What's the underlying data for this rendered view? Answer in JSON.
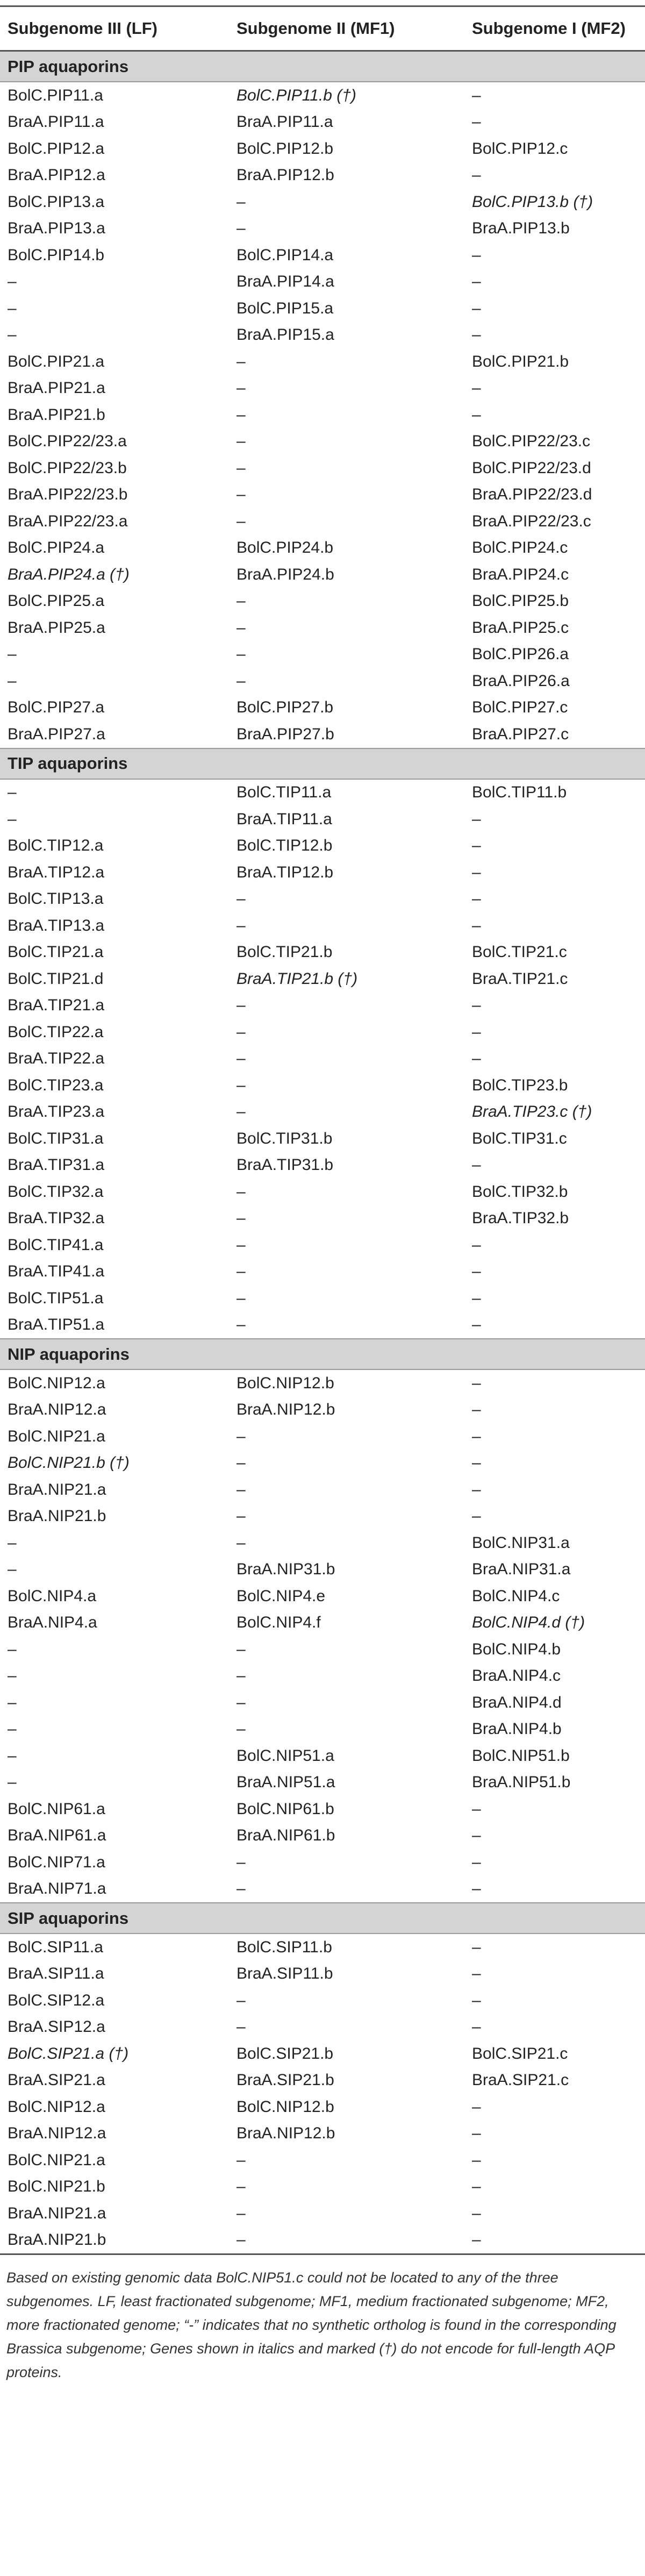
{
  "table": {
    "headers": [
      "Subgenome III (LF)",
      "Subgenome II (MF1)",
      "Subgenome I (MF2)"
    ],
    "sections": [
      {
        "title": "PIP aquaporins",
        "rows": [
          [
            {
              "t": "BolC.PIP11.a"
            },
            {
              "t": "BolC.PIP11.b (†)",
              "i": true
            },
            {
              "t": "–"
            }
          ],
          [
            {
              "t": "BraA.PIP11.a"
            },
            {
              "t": "BraA.PIP11.a"
            },
            {
              "t": "–"
            }
          ],
          [
            {
              "t": "BolC.PIP12.a"
            },
            {
              "t": "BolC.PIP12.b"
            },
            {
              "t": "BolC.PIP12.c"
            }
          ],
          [
            {
              "t": "BraA.PIP12.a"
            },
            {
              "t": "BraA.PIP12.b"
            },
            {
              "t": "–"
            }
          ],
          [
            {
              "t": "BolC.PIP13.a"
            },
            {
              "t": "–"
            },
            {
              "t": "BolC.PIP13.b (†)",
              "i": true
            }
          ],
          [
            {
              "t": "BraA.PIP13.a"
            },
            {
              "t": "–"
            },
            {
              "t": "BraA.PIP13.b"
            }
          ],
          [
            {
              "t": "BolC.PIP14.b"
            },
            {
              "t": "BolC.PIP14.a"
            },
            {
              "t": "–"
            }
          ],
          [
            {
              "t": "–"
            },
            {
              "t": "BraA.PIP14.a"
            },
            {
              "t": "–"
            }
          ],
          [
            {
              "t": "–"
            },
            {
              "t": "BolC.PIP15.a"
            },
            {
              "t": "–"
            }
          ],
          [
            {
              "t": "–"
            },
            {
              "t": "BraA.PIP15.a"
            },
            {
              "t": "–"
            }
          ],
          [
            {
              "t": "BolC.PIP21.a"
            },
            {
              "t": "–"
            },
            {
              "t": "BolC.PIP21.b"
            }
          ],
          [
            {
              "t": "BraA.PIP21.a"
            },
            {
              "t": "–"
            },
            {
              "t": "–"
            }
          ],
          [
            {
              "t": "BraA.PIP21.b"
            },
            {
              "t": "–"
            },
            {
              "t": "–"
            }
          ],
          [
            {
              "t": "BolC.PIP22/23.a"
            },
            {
              "t": "–"
            },
            {
              "t": "BolC.PIP22/23.c"
            }
          ],
          [
            {
              "t": "BolC.PIP22/23.b"
            },
            {
              "t": "–"
            },
            {
              "t": "BolC.PIP22/23.d"
            }
          ],
          [
            {
              "t": "BraA.PIP22/23.b"
            },
            {
              "t": "–"
            },
            {
              "t": "BraA.PIP22/23.d"
            }
          ],
          [
            {
              "t": "BraA.PIP22/23.a"
            },
            {
              "t": "–"
            },
            {
              "t": "BraA.PIP22/23.c"
            }
          ],
          [
            {
              "t": "BolC.PIP24.a"
            },
            {
              "t": "BolC.PIP24.b"
            },
            {
              "t": "BolC.PIP24.c"
            }
          ],
          [
            {
              "t": "BraA.PIP24.a (†)",
              "i": true
            },
            {
              "t": "BraA.PIP24.b"
            },
            {
              "t": "BraA.PIP24.c"
            }
          ],
          [
            {
              "t": "BolC.PIP25.a"
            },
            {
              "t": "–"
            },
            {
              "t": "BolC.PIP25.b"
            }
          ],
          [
            {
              "t": "BraA.PIP25.a"
            },
            {
              "t": "–"
            },
            {
              "t": "BraA.PIP25.c"
            }
          ],
          [
            {
              "t": "–"
            },
            {
              "t": "–"
            },
            {
              "t": "BolC.PIP26.a"
            }
          ],
          [
            {
              "t": "–"
            },
            {
              "t": "–"
            },
            {
              "t": "BraA.PIP26.a"
            }
          ],
          [
            {
              "t": "BolC.PIP27.a"
            },
            {
              "t": "BolC.PIP27.b"
            },
            {
              "t": "BolC.PIP27.c"
            }
          ],
          [
            {
              "t": "BraA.PIP27.a"
            },
            {
              "t": "BraA.PIP27.b"
            },
            {
              "t": "BraA.PIP27.c"
            }
          ]
        ]
      },
      {
        "title": "TIP aquaporins",
        "rows": [
          [
            {
              "t": "–"
            },
            {
              "t": "BolC.TIP11.a"
            },
            {
              "t": "BolC.TIP11.b"
            }
          ],
          [
            {
              "t": "–"
            },
            {
              "t": "BraA.TIP11.a"
            },
            {
              "t": "–"
            }
          ],
          [
            {
              "t": "BolC.TIP12.a"
            },
            {
              "t": "BolC.TIP12.b"
            },
            {
              "t": "–"
            }
          ],
          [
            {
              "t": "BraA.TIP12.a"
            },
            {
              "t": "BraA.TIP12.b"
            },
            {
              "t": "–"
            }
          ],
          [
            {
              "t": "BolC.TIP13.a"
            },
            {
              "t": "–"
            },
            {
              "t": "–"
            }
          ],
          [
            {
              "t": "BraA.TIP13.a"
            },
            {
              "t": "–"
            },
            {
              "t": "–"
            }
          ],
          [
            {
              "t": "BolC.TIP21.a"
            },
            {
              "t": "BolC.TIP21.b"
            },
            {
              "t": "BolC.TIP21.c"
            }
          ],
          [
            {
              "t": "BolC.TIP21.d"
            },
            {
              "t": "BraA.TIP21.b (†)",
              "i": true
            },
            {
              "t": "BraA.TIP21.c"
            }
          ],
          [
            {
              "t": "BraA.TIP21.a"
            },
            {
              "t": "–"
            },
            {
              "t": "–"
            }
          ],
          [
            {
              "t": "BolC.TIP22.a"
            },
            {
              "t": "–"
            },
            {
              "t": "–"
            }
          ],
          [
            {
              "t": "BraA.TIP22.a"
            },
            {
              "t": "–"
            },
            {
              "t": "–"
            }
          ],
          [
            {
              "t": "BolC.TIP23.a"
            },
            {
              "t": "–"
            },
            {
              "t": "BolC.TIP23.b"
            }
          ],
          [
            {
              "t": "BraA.TIP23.a"
            },
            {
              "t": "–"
            },
            {
              "t": "BraA.TIP23.c (†)",
              "i": true
            }
          ],
          [
            {
              "t": "BolC.TIP31.a"
            },
            {
              "t": "BolC.TIP31.b"
            },
            {
              "t": "BolC.TIP31.c"
            }
          ],
          [
            {
              "t": "BraA.TIP31.a"
            },
            {
              "t": "BraA.TIP31.b"
            },
            {
              "t": "–"
            }
          ],
          [
            {
              "t": "BolC.TIP32.a"
            },
            {
              "t": "–"
            },
            {
              "t": "BolC.TIP32.b"
            }
          ],
          [
            {
              "t": "BraA.TIP32.a"
            },
            {
              "t": "–"
            },
            {
              "t": "BraA.TIP32.b"
            }
          ],
          [
            {
              "t": "BolC.TIP41.a"
            },
            {
              "t": "–"
            },
            {
              "t": "–"
            }
          ],
          [
            {
              "t": "BraA.TIP41.a"
            },
            {
              "t": "–"
            },
            {
              "t": "–"
            }
          ],
          [
            {
              "t": "BolC.TIP51.a"
            },
            {
              "t": "–"
            },
            {
              "t": "–"
            }
          ],
          [
            {
              "t": "BraA.TIP51.a"
            },
            {
              "t": "–"
            },
            {
              "t": "–"
            }
          ]
        ]
      },
      {
        "title": "NIP aquaporins",
        "rows": [
          [
            {
              "t": "BolC.NIP12.a"
            },
            {
              "t": "BolC.NIP12.b"
            },
            {
              "t": "–"
            }
          ],
          [
            {
              "t": "BraA.NIP12.a"
            },
            {
              "t": "BraA.NIP12.b"
            },
            {
              "t": "–"
            }
          ],
          [
            {
              "t": "BolC.NIP21.a"
            },
            {
              "t": "–"
            },
            {
              "t": "–"
            }
          ],
          [
            {
              "t": "BolC.NIP21.b (†)",
              "i": true
            },
            {
              "t": "–"
            },
            {
              "t": "–"
            }
          ],
          [
            {
              "t": "BraA.NIP21.a"
            },
            {
              "t": "–"
            },
            {
              "t": "–"
            }
          ],
          [
            {
              "t": "BraA.NIP21.b"
            },
            {
              "t": "–"
            },
            {
              "t": "–"
            }
          ],
          [
            {
              "t": "–"
            },
            {
              "t": "–"
            },
            {
              "t": "BolC.NIP31.a"
            }
          ],
          [
            {
              "t": "–"
            },
            {
              "t": "BraA.NIP31.b"
            },
            {
              "t": "BraA.NIP31.a"
            }
          ],
          [
            {
              "t": "BolC.NIP4.a"
            },
            {
              "t": "BolC.NIP4.e"
            },
            {
              "t": "BolC.NIP4.c"
            }
          ],
          [
            {
              "t": "BraA.NIP4.a"
            },
            {
              "t": "BolC.NIP4.f"
            },
            {
              "t": "BolC.NIP4.d (†)",
              "i": true
            }
          ],
          [
            {
              "t": "–"
            },
            {
              "t": "–"
            },
            {
              "t": "BolC.NIP4.b"
            }
          ],
          [
            {
              "t": "–"
            },
            {
              "t": "–"
            },
            {
              "t": "BraA.NIP4.c"
            }
          ],
          [
            {
              "t": "–"
            },
            {
              "t": "–"
            },
            {
              "t": "BraA.NIP4.d"
            }
          ],
          [
            {
              "t": "–"
            },
            {
              "t": "–"
            },
            {
              "t": "BraA.NIP4.b"
            }
          ],
          [
            {
              "t": "–"
            },
            {
              "t": "BolC.NIP51.a"
            },
            {
              "t": "BolC.NIP51.b"
            }
          ],
          [
            {
              "t": "–"
            },
            {
              "t": "BraA.NIP51.a"
            },
            {
              "t": "BraA.NIP51.b"
            }
          ],
          [
            {
              "t": "BolC.NIP61.a"
            },
            {
              "t": "BolC.NIP61.b"
            },
            {
              "t": "–"
            }
          ],
          [
            {
              "t": "BraA.NIP61.a"
            },
            {
              "t": "BraA.NIP61.b"
            },
            {
              "t": "–"
            }
          ],
          [
            {
              "t": "BolC.NIP71.a"
            },
            {
              "t": "–"
            },
            {
              "t": "–"
            }
          ],
          [
            {
              "t": "BraA.NIP71.a"
            },
            {
              "t": "–"
            },
            {
              "t": "–"
            }
          ]
        ]
      },
      {
        "title": "SIP aquaporins",
        "rows": [
          [
            {
              "t": "BolC.SIP11.a"
            },
            {
              "t": "BolC.SIP11.b"
            },
            {
              "t": "–"
            }
          ],
          [
            {
              "t": "BraA.SIP11.a"
            },
            {
              "t": "BraA.SIP11.b"
            },
            {
              "t": "–"
            }
          ],
          [
            {
              "t": "BolC.SIP12.a"
            },
            {
              "t": "–"
            },
            {
              "t": "–"
            }
          ],
          [
            {
              "t": "BraA.SIP12.a"
            },
            {
              "t": "–"
            },
            {
              "t": "–"
            }
          ],
          [
            {
              "t": "BolC.SIP21.a (†)",
              "i": true
            },
            {
              "t": "BolC.SIP21.b"
            },
            {
              "t": "BolC.SIP21.c"
            }
          ],
          [
            {
              "t": "BraA.SIP21.a"
            },
            {
              "t": "BraA.SIP21.b"
            },
            {
              "t": "BraA.SIP21.c"
            }
          ],
          [
            {
              "t": "BolC.NIP12.a"
            },
            {
              "t": "BolC.NIP12.b"
            },
            {
              "t": "–"
            }
          ],
          [
            {
              "t": "BraA.NIP12.a"
            },
            {
              "t": "BraA.NIP12.b"
            },
            {
              "t": "–"
            }
          ],
          [
            {
              "t": "BolC.NIP21.a"
            },
            {
              "t": "–"
            },
            {
              "t": "–"
            }
          ],
          [
            {
              "t": "BolC.NIP21.b"
            },
            {
              "t": "–"
            },
            {
              "t": "–"
            }
          ],
          [
            {
              "t": "BraA.NIP21.a"
            },
            {
              "t": "–"
            },
            {
              "t": "–"
            }
          ],
          [
            {
              "t": "BraA.NIP21.b"
            },
            {
              "t": "–"
            },
            {
              "t": "–"
            }
          ]
        ]
      }
    ]
  },
  "footnote": "Based on existing genomic data BolC.NIP51.c could not be located to any of the three subgenomes. LF, least fractionated subgenome; MF1, medium fractionated subgenome; MF2, more fractionated genome; “-” indicates that no synthetic ortholog is found in the corresponding Brassica subgenome; Genes shown in italics and marked (†) do not encode for full-length AQP proteins."
}
